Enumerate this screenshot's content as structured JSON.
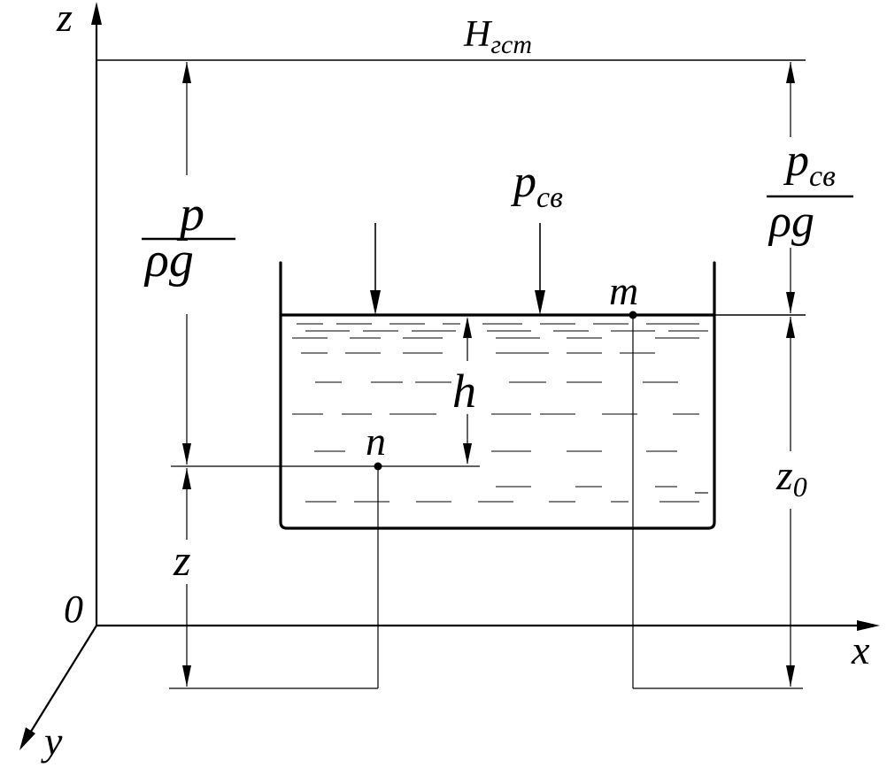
{
  "labels": {
    "z_axis": "z",
    "x_axis": "x",
    "y_axis": "y",
    "origin": "0",
    "h_gst_main": "H",
    "h_gst_sub": "гст",
    "p_num": "p",
    "rho_g": "ρg",
    "p_sv_main": "p",
    "p_sv_sub": "св",
    "point_m": "m",
    "point_n": "n",
    "depth_h": "h",
    "height_z": "z",
    "z0_main": "z",
    "z0_sub": "0"
  }
}
